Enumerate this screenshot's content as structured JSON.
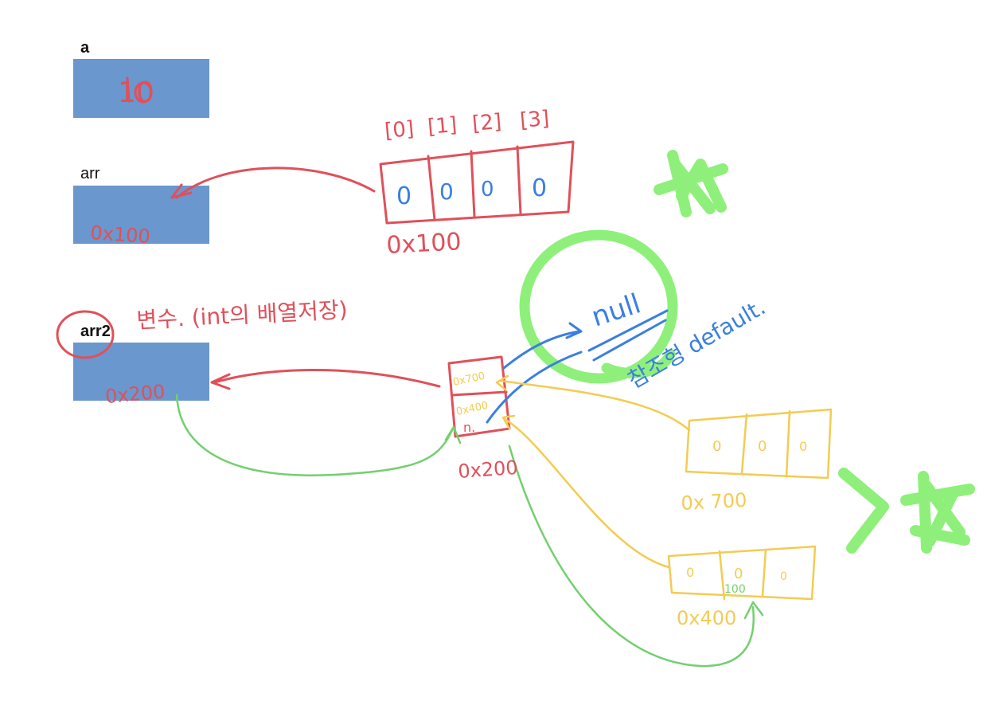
{
  "variables": {
    "a": {
      "label": "a",
      "value": "10"
    },
    "arr": {
      "label": "arr",
      "value": "0x100"
    },
    "arr2": {
      "label": "arr2",
      "value": "0x200"
    }
  },
  "array_arr": {
    "indices": [
      "[0]",
      "[1]",
      "[2]",
      "[3]"
    ],
    "cells": [
      "0",
      "0",
      "0",
      "0"
    ],
    "address": "0x100"
  },
  "array_arr2": {
    "cells": [
      "0x700",
      "0x400",
      "n."
    ],
    "address": "0x200"
  },
  "array_0x700": {
    "cells": [
      "0",
      "0",
      "0"
    ],
    "address": "0x 700"
  },
  "array_0x400": {
    "cells": [
      "0",
      "0",
      "0"
    ],
    "updated_value": "100",
    "address": "0x400"
  },
  "notes": {
    "arr2_note": "변수. (int의 배열저장)",
    "null_label": "null",
    "ref_default": "참조형 default."
  },
  "colors": {
    "box_fill": "#6a97cd",
    "red_ink": "#e0505a",
    "blue_ink": "#3a7fe0",
    "yellow_ink": "#f2cc52",
    "green_ink": "#72d06e",
    "highlight_green": "#8ef07a"
  }
}
